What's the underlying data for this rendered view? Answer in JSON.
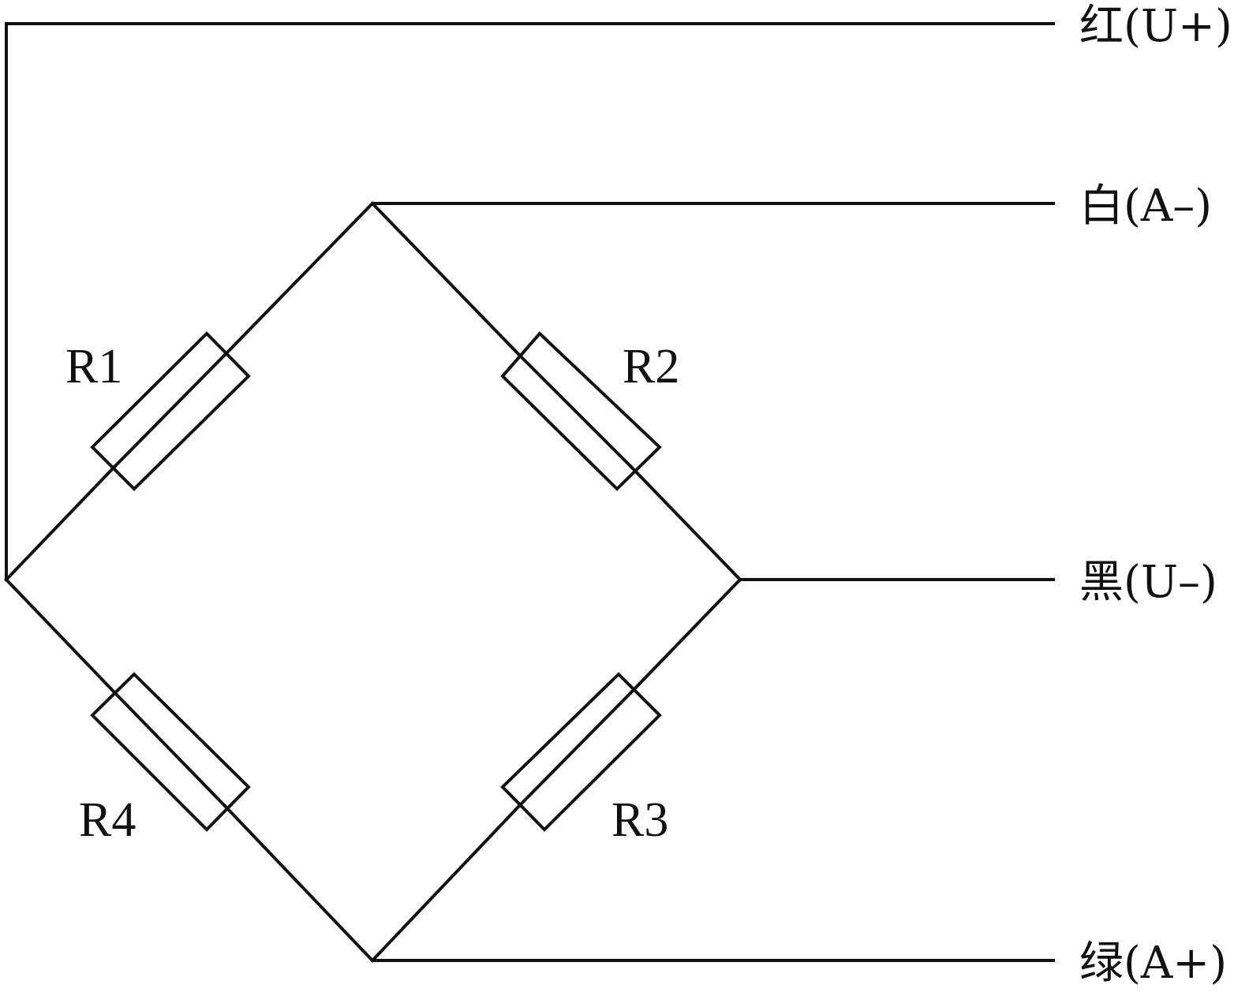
{
  "resistors": [
    {
      "id": "R1",
      "label": "R1"
    },
    {
      "id": "R2",
      "label": "R2"
    },
    {
      "id": "R3",
      "label": "R3"
    },
    {
      "id": "R4",
      "label": "R4"
    }
  ],
  "terminals": [
    {
      "id": "u-plus",
      "label": "红(U+)",
      "color": "red"
    },
    {
      "id": "a-minus",
      "label": "白(A–)",
      "color": "white"
    },
    {
      "id": "u-minus",
      "label": "黑(U–)",
      "color": "black"
    },
    {
      "id": "a-plus",
      "label": "绿(A+)",
      "color": "green"
    }
  ]
}
